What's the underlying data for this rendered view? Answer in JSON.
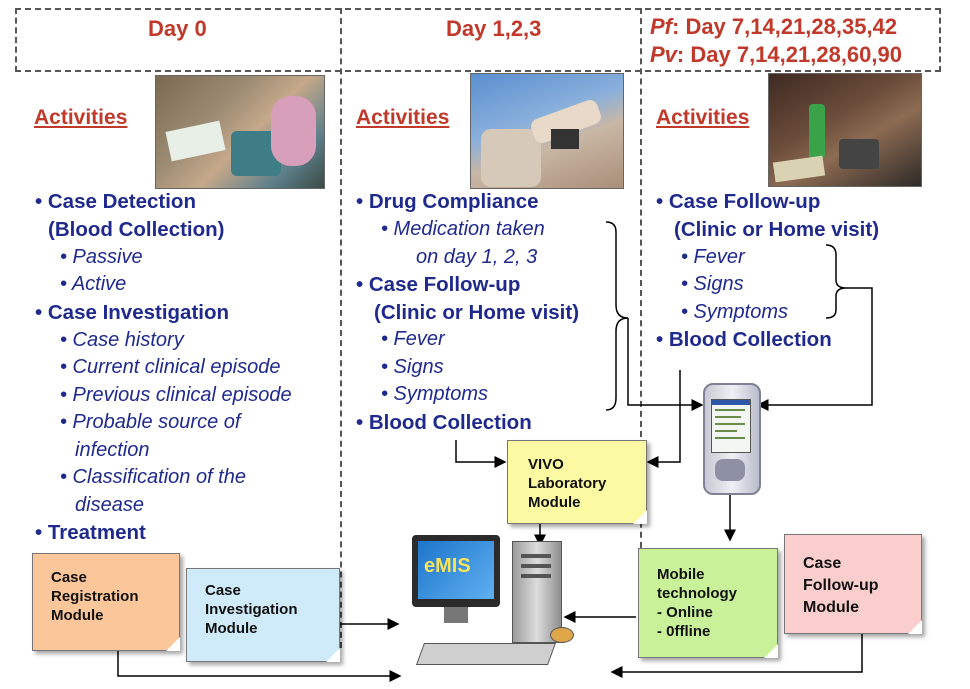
{
  "columns": [
    {
      "header": "Day 0",
      "activities": "Activities"
    },
    {
      "header": "Day 1,2,3",
      "activities": "Activities"
    },
    {
      "header_pf_label": "Pf",
      "header_pf": ": Day 7,14,21,28,35,42",
      "header_pv_label": "Pv",
      "header_pv": ": Day 7,14,21,28,60,90",
      "activities": "Activities"
    }
  ],
  "col1_items": [
    "• Case Detection",
    "(Blood Collection)",
    "• Passive",
    "• Active",
    "• Case Investigation",
    "• Case history",
    "• Current clinical episode",
    "• Previous clinical episode",
    "• Probable source of",
    "infection",
    "• Classification of the",
    "disease",
    "• Treatment"
  ],
  "col2_items": [
    "• Drug Compliance",
    "• Medication taken",
    "on day 1, 2, 3",
    "• Case Follow-up",
    "(Clinic or Home visit)",
    "• Fever",
    "• Signs",
    "• Symptoms",
    "• Blood Collection"
  ],
  "col3_items": [
    "• Case Follow-up",
    "(Clinic or Home visit)",
    "• Fever",
    "• Signs",
    "• Symptoms",
    "• Blood Collection"
  ],
  "modules": {
    "registration": [
      "Case",
      "Registration",
      "Module"
    ],
    "investigation": [
      "Case",
      "Investigation",
      "Module"
    ],
    "vivo": [
      "VIVO",
      "Laboratory",
      "Module"
    ],
    "mobile": [
      "Mobile",
      "technology",
      "- Online",
      "- 0ffline"
    ],
    "followup": [
      "Case",
      "Follow-up",
      "Module"
    ]
  },
  "emis_label": "eMIS",
  "colors": {
    "header_red": "#c0392b",
    "text_blue": "#1f2a8c",
    "orange": "#fbc79a",
    "blue": "#cfeaf8",
    "yellow": "#fbfaa3",
    "green": "#c9f199",
    "pink": "#fbcece"
  }
}
